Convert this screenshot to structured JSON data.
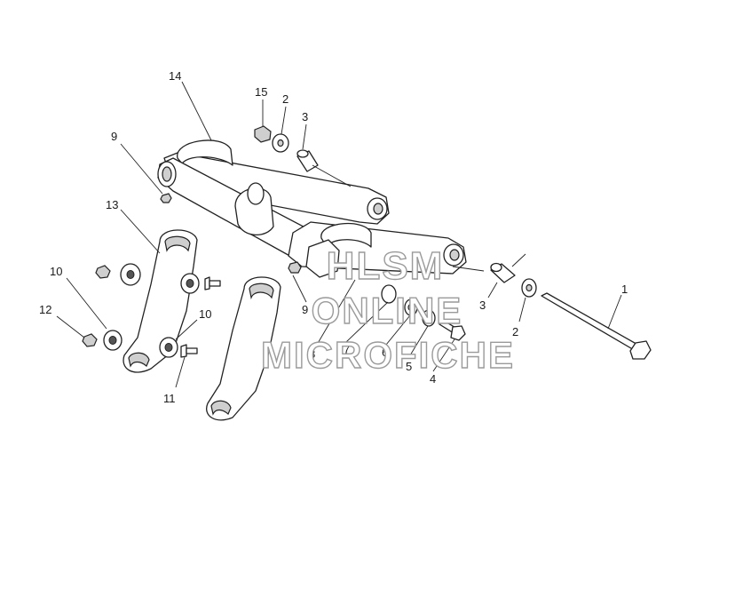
{
  "watermark": {
    "line1": "HLSM",
    "line2": "ONLINE",
    "line3": "MICROFICHE",
    "color": "#9a9a9a"
  },
  "callouts": {
    "c1": "1",
    "c2a": "2",
    "c2b": "2",
    "c3a": "3",
    "c3b": "3",
    "c4": "4",
    "c5": "5",
    "c6": "6",
    "c7": "7",
    "c8": "8",
    "c9a": "9",
    "c9b": "9",
    "c10a": "10",
    "c10b": "10",
    "c11": "11",
    "c12": "12",
    "c13": "13",
    "c14": "14",
    "c15": "15"
  },
  "icons": {
    "diagram": "exploded-parts-diagram-icon"
  }
}
